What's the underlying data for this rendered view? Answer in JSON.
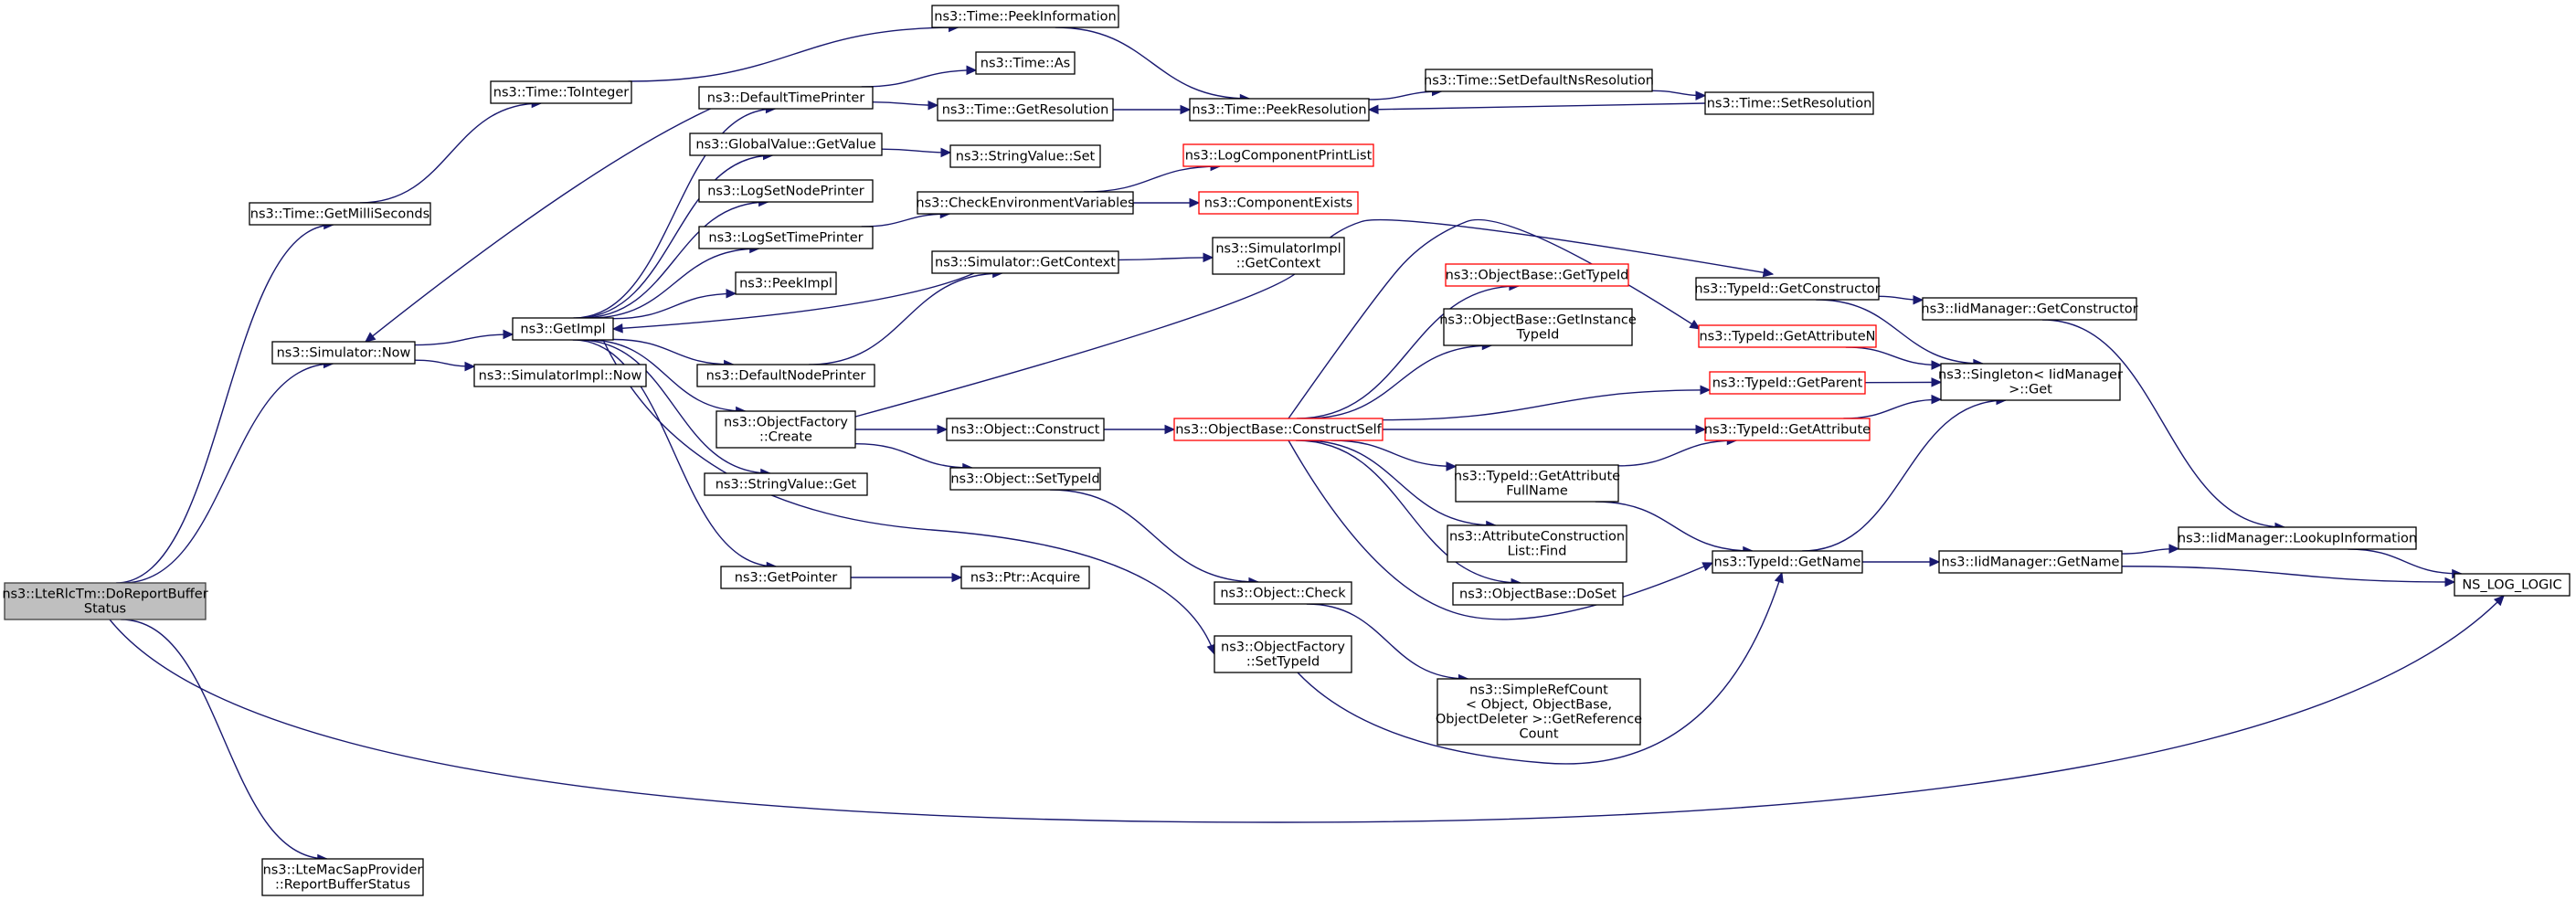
{
  "title": "",
  "root": "doreport",
  "nodes": [
    {
      "id": "doreport",
      "lines": [
        "ns3::LteRlcTm::DoReportBuffer",
        "Status"
      ],
      "kind": "root"
    },
    {
      "id": "getmilli",
      "lines": [
        "ns3::Time::GetMilliSeconds"
      ],
      "kind": "normal"
    },
    {
      "id": "simnow",
      "lines": [
        "ns3::Simulator::Now"
      ],
      "kind": "normal"
    },
    {
      "id": "reportbs",
      "lines": [
        "ns3::LteMacSapProvider",
        "::ReportBufferStatus"
      ],
      "kind": "normal"
    },
    {
      "id": "nslog",
      "lines": [
        "NS_LOG_LOGIC"
      ],
      "kind": "normal"
    },
    {
      "id": "tointeger",
      "lines": [
        "ns3::Time::ToInteger"
      ],
      "kind": "normal"
    },
    {
      "id": "getimpl",
      "lines": [
        "ns3::GetImpl"
      ],
      "kind": "normal"
    },
    {
      "id": "simimplnow",
      "lines": [
        "ns3::SimulatorImpl::Now"
      ],
      "kind": "normal"
    },
    {
      "id": "peekinfo",
      "lines": [
        "ns3::Time::PeekInformation"
      ],
      "kind": "normal"
    },
    {
      "id": "deftimeprinter",
      "lines": [
        "ns3::DefaultTimePrinter"
      ],
      "kind": "normal"
    },
    {
      "id": "gvgetvalue",
      "lines": [
        "ns3::GlobalValue::GetValue"
      ],
      "kind": "normal"
    },
    {
      "id": "logsetnode",
      "lines": [
        "ns3::LogSetNodePrinter"
      ],
      "kind": "normal"
    },
    {
      "id": "logsettime",
      "lines": [
        "ns3::LogSetTimePrinter"
      ],
      "kind": "normal"
    },
    {
      "id": "peekimpl",
      "lines": [
        "ns3::PeekImpl"
      ],
      "kind": "normal"
    },
    {
      "id": "defnodeprinter",
      "lines": [
        "ns3::DefaultNodePrinter"
      ],
      "kind": "normal"
    },
    {
      "id": "ofcreate",
      "lines": [
        "ns3::ObjectFactory",
        "::Create"
      ],
      "kind": "normal"
    },
    {
      "id": "svget",
      "lines": [
        "ns3::StringValue::Get"
      ],
      "kind": "normal"
    },
    {
      "id": "getpointer",
      "lines": [
        "ns3::GetPointer"
      ],
      "kind": "normal"
    },
    {
      "id": "timeas",
      "lines": [
        "ns3::Time::As"
      ],
      "kind": "normal"
    },
    {
      "id": "timegetres",
      "lines": [
        "ns3::Time::GetResolution"
      ],
      "kind": "normal"
    },
    {
      "id": "svset",
      "lines": [
        "ns3::StringValue::Set"
      ],
      "kind": "normal"
    },
    {
      "id": "checkenv",
      "lines": [
        "ns3::CheckEnvironmentVariables"
      ],
      "kind": "normal"
    },
    {
      "id": "simgetctx",
      "lines": [
        "ns3::Simulator::GetContext"
      ],
      "kind": "normal"
    },
    {
      "id": "objconstruct",
      "lines": [
        "ns3::Object::Construct"
      ],
      "kind": "normal"
    },
    {
      "id": "objsettypeid",
      "lines": [
        "ns3::Object::SetTypeId"
      ],
      "kind": "normal"
    },
    {
      "id": "ptracquire",
      "lines": [
        "ns3::Ptr::Acquire"
      ],
      "kind": "normal"
    },
    {
      "id": "objcheck",
      "lines": [
        "ns3::Object::Check"
      ],
      "kind": "normal"
    },
    {
      "id": "ofsettypeid",
      "lines": [
        "ns3::ObjectFactory",
        "::SetTypeId"
      ],
      "kind": "normal"
    },
    {
      "id": "logcompprint",
      "lines": [
        "ns3::LogComponentPrintList"
      ],
      "kind": "red"
    },
    {
      "id": "compexists",
      "lines": [
        "ns3::ComponentExists"
      ],
      "kind": "red"
    },
    {
      "id": "simimplgetctx",
      "lines": [
        "ns3::SimulatorImpl",
        "::GetContext"
      ],
      "kind": "normal"
    },
    {
      "id": "peekres",
      "lines": [
        "ns3::Time::PeekResolution"
      ],
      "kind": "normal"
    },
    {
      "id": "obconstructself",
      "lines": [
        "ns3::ObjectBase::ConstructSelf"
      ],
      "kind": "red"
    },
    {
      "id": "simplerefcount",
      "lines": [
        "ns3::SimpleRefCount",
        "< Object, ObjectBase,",
        "ObjectDeleter >::GetReference",
        "Count"
      ],
      "kind": "normal"
    },
    {
      "id": "setdefaultns",
      "lines": [
        "ns3::Time::SetDefaultNsResolution"
      ],
      "kind": "normal"
    },
    {
      "id": "obgettypeid",
      "lines": [
        "ns3::ObjectBase::GetTypeId"
      ],
      "kind": "red"
    },
    {
      "id": "obgetinsttypeid",
      "lines": [
        "ns3::ObjectBase::GetInstance",
        "TypeId"
      ],
      "kind": "normal"
    },
    {
      "id": "tidgetattrfull",
      "lines": [
        "ns3::TypeId::GetAttribute",
        "FullName"
      ],
      "kind": "normal"
    },
    {
      "id": "attrconstruct",
      "lines": [
        "ns3::AttributeConstruction",
        "List::Find"
      ],
      "kind": "normal"
    },
    {
      "id": "obdoset",
      "lines": [
        "ns3::ObjectBase::DoSet"
      ],
      "kind": "normal"
    },
    {
      "id": "timesetres",
      "lines": [
        "ns3::Time::SetResolution"
      ],
      "kind": "normal"
    },
    {
      "id": "tidgetconstructor",
      "lines": [
        "ns3::TypeId::GetConstructor"
      ],
      "kind": "normal"
    },
    {
      "id": "tidgetattrn",
      "lines": [
        "ns3::TypeId::GetAttributeN"
      ],
      "kind": "red"
    },
    {
      "id": "tidgetparent",
      "lines": [
        "ns3::TypeId::GetParent"
      ],
      "kind": "red"
    },
    {
      "id": "tidgetattr",
      "lines": [
        "ns3::TypeId::GetAttribute"
      ],
      "kind": "red"
    },
    {
      "id": "tidgetname",
      "lines": [
        "ns3::TypeId::GetName"
      ],
      "kind": "normal"
    },
    {
      "id": "iidgetconstructor",
      "lines": [
        "ns3::IidManager::GetConstructor"
      ],
      "kind": "normal"
    },
    {
      "id": "singletonget",
      "lines": [
        "ns3::Singleton< IidManager",
        " >::Get"
      ],
      "kind": "normal"
    },
    {
      "id": "iidgetname",
      "lines": [
        "ns3::IidManager::GetName"
      ],
      "kind": "normal"
    },
    {
      "id": "iidlookup",
      "lines": [
        "ns3::IidManager::LookupInformation"
      ],
      "kind": "normal"
    }
  ],
  "edges": [
    [
      "doreport",
      "getmilli"
    ],
    [
      "doreport",
      "simnow"
    ],
    [
      "doreport",
      "reportbs"
    ],
    [
      "doreport",
      "nslog"
    ],
    [
      "getmilli",
      "tointeger"
    ],
    [
      "simnow",
      "getimpl"
    ],
    [
      "simnow",
      "simimplnow"
    ],
    [
      "tointeger",
      "peekinfo"
    ],
    [
      "peekinfo",
      "peekres"
    ],
    [
      "getimpl",
      "deftimeprinter"
    ],
    [
      "getimpl",
      "gvgetvalue"
    ],
    [
      "getimpl",
      "logsetnode"
    ],
    [
      "getimpl",
      "logsettime"
    ],
    [
      "getimpl",
      "peekimpl"
    ],
    [
      "getimpl",
      "defnodeprinter"
    ],
    [
      "getimpl",
      "ofcreate"
    ],
    [
      "getimpl",
      "svget"
    ],
    [
      "getimpl",
      "getpointer"
    ],
    [
      "getimpl",
      "ofsettypeid"
    ],
    [
      "deftimeprinter",
      "simnow"
    ],
    [
      "deftimeprinter",
      "timeas"
    ],
    [
      "deftimeprinter",
      "timegetres"
    ],
    [
      "timegetres",
      "peekres"
    ],
    [
      "gvgetvalue",
      "svset"
    ],
    [
      "logsettime",
      "checkenv"
    ],
    [
      "checkenv",
      "logcompprint"
    ],
    [
      "checkenv",
      "compexists"
    ],
    [
      "defnodeprinter",
      "simgetctx"
    ],
    [
      "simgetctx",
      "getimpl"
    ],
    [
      "simgetctx",
      "simimplgetctx"
    ],
    [
      "ofcreate",
      "objconstruct"
    ],
    [
      "ofcreate",
      "objsettypeid"
    ],
    [
      "ofcreate",
      "tidgetconstructor"
    ],
    [
      "getpointer",
      "ptracquire"
    ],
    [
      "objconstruct",
      "obconstructself"
    ],
    [
      "objsettypeid",
      "objcheck"
    ],
    [
      "objcheck",
      "simplerefcount"
    ],
    [
      "ofsettypeid",
      "tidgetname"
    ],
    [
      "peekres",
      "setdefaultns"
    ],
    [
      "setdefaultns",
      "timesetres"
    ],
    [
      "timesetres",
      "peekres"
    ],
    [
      "obconstructself",
      "obgettypeid"
    ],
    [
      "obconstructself",
      "obgetinsttypeid"
    ],
    [
      "obconstructself",
      "tidgetattrn"
    ],
    [
      "obconstructself",
      "tidgetparent"
    ],
    [
      "obconstructself",
      "tidgetattr"
    ],
    [
      "obconstructself",
      "tidgetattrfull"
    ],
    [
      "obconstructself",
      "attrconstruct"
    ],
    [
      "obconstructself",
      "obdoset"
    ],
    [
      "obconstructself",
      "tidgetname"
    ],
    [
      "tidgetattrfull",
      "tidgetattr"
    ],
    [
      "tidgetattrfull",
      "tidgetname"
    ],
    [
      "tidgetconstructor",
      "iidgetconstructor"
    ],
    [
      "tidgetconstructor",
      "singletonget"
    ],
    [
      "tidgetattrn",
      "singletonget"
    ],
    [
      "tidgetparent",
      "singletonget"
    ],
    [
      "tidgetattr",
      "singletonget"
    ],
    [
      "tidgetname",
      "singletonget"
    ],
    [
      "tidgetname",
      "iidgetname"
    ],
    [
      "iidgetconstructor",
      "iidlookup"
    ],
    [
      "iidgetname",
      "iidlookup"
    ],
    [
      "iidgetname",
      "nslog"
    ],
    [
      "iidlookup",
      "nslog"
    ]
  ]
}
